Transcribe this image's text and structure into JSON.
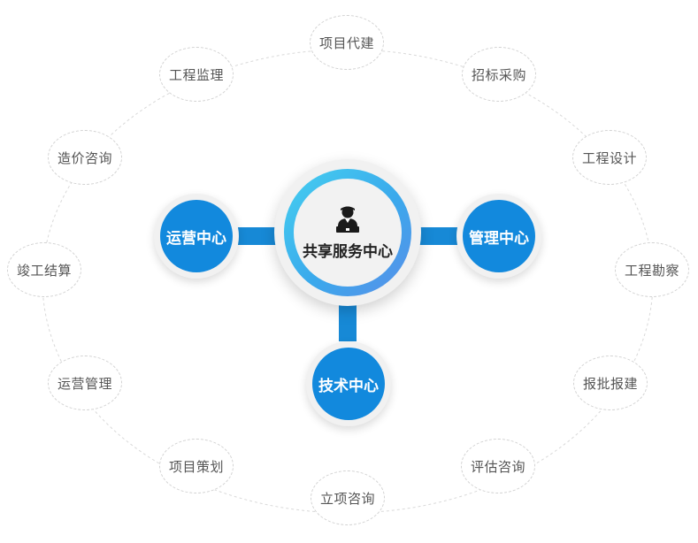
{
  "hub": {
    "label": "共享服务中心",
    "icon": "user-laptop-icon",
    "ring_colors": [
      "#46d0f0",
      "#5a8ee8"
    ]
  },
  "satellites": [
    {
      "id": "operations",
      "label": "运营中心"
    },
    {
      "id": "management",
      "label": "管理中心"
    },
    {
      "id": "technology",
      "label": "技术中心"
    }
  ],
  "ring_services": [
    "项目代建",
    "招标采购",
    "工程设计",
    "工程勘察",
    "报批报建",
    "评估咨询",
    "立项咨询",
    "项目策划",
    "运营管理",
    "竣工结算",
    "造价咨询",
    "工程监理"
  ],
  "colors": {
    "accent": "#1289dd",
    "connector": "#1789d6",
    "ring_text": "#555555"
  }
}
